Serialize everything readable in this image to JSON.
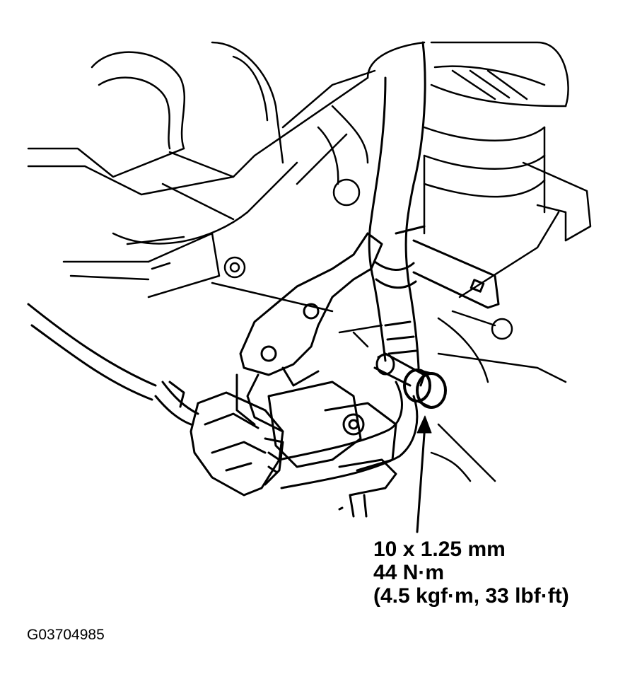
{
  "callout": {
    "thread_size": "10 x 1.25 mm",
    "torque_nm": "44 N·m",
    "torque_alt": "(4.5 kgf·m, 33 lbf·ft)"
  },
  "figure_id": "G03704985",
  "colors": {
    "ink": "#000000",
    "paper": "#ffffff"
  }
}
